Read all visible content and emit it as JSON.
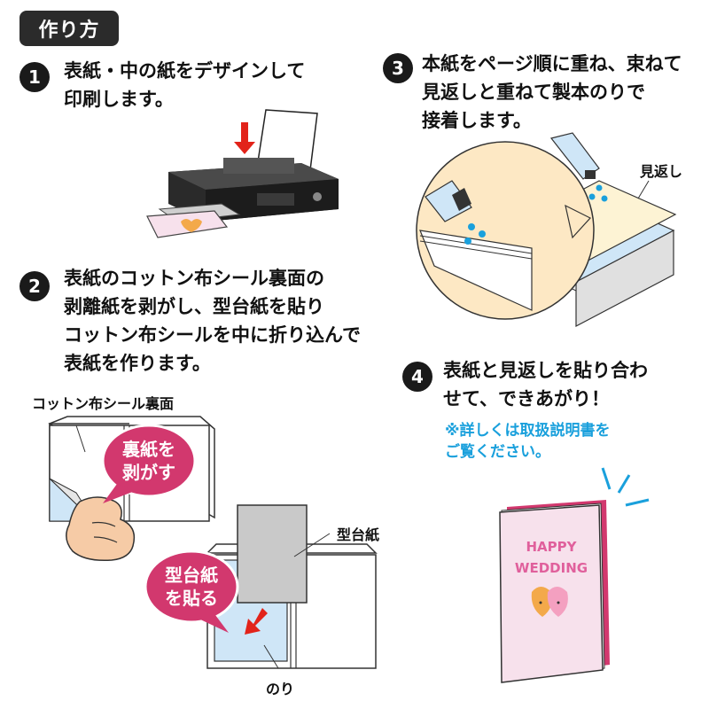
{
  "header": {
    "title": "作り方"
  },
  "steps": [
    {
      "number": "1",
      "lines": [
        "表紙・中の紙をデザインして",
        "印刷します。"
      ]
    },
    {
      "number": "2",
      "lines": [
        "表紙のコットン布シール裏面の",
        "剥離紙を剥がし、型台紙を貼り",
        "コットン布シールを中に折り込んで",
        "表紙を作ります。"
      ]
    },
    {
      "number": "3",
      "lines": [
        "本紙をページ順に重ね、束ねて",
        "見返しと重ねて製本のりで",
        "接着します。"
      ]
    },
    {
      "number": "4",
      "lines": [
        "表紙と見返しを貼り合わ",
        "せて、できあがり！"
      ],
      "note_lines": [
        "※詳しくは取扱説明書を",
        "ご覧ください。"
      ]
    }
  ],
  "labels": {
    "cotton_back": "コットン布シール裏面",
    "bubble_peel": [
      "裏紙を",
      "剥がす"
    ],
    "katadaishi": "型台紙",
    "bubble_stick": [
      "型台紙",
      "を貼る"
    ],
    "glue": "のり",
    "mikaeshi": "見返し"
  },
  "card": {
    "line1": "HAPPY",
    "line2": "WEDDING"
  },
  "colors": {
    "dark": "#1a1a1a",
    "accent_pink": "#d2386e",
    "note_blue": "#1aa0dc",
    "arrow_red": "#e2231a",
    "paper_blue": "#cfe6f7",
    "card_pink": "#f7e1ec",
    "cream": "#fdf3d4"
  }
}
